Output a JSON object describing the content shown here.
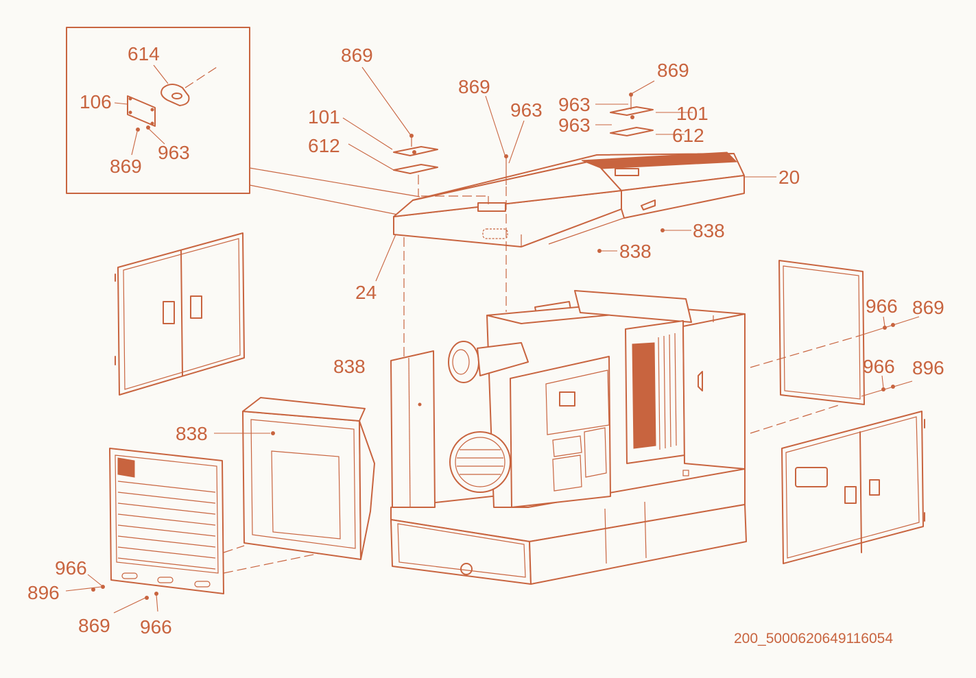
{
  "accent_color": "#c8643f",
  "background_color": "#fbfaf6",
  "drawing_code": "200_5000620649116054",
  "callouts": {
    "detail_614": "614",
    "detail_106": "106",
    "detail_869": "869",
    "detail_963": "963",
    "top_869_a": "869",
    "top_101_a": "101",
    "top_612_a": "612",
    "top_869_b": "869",
    "top_963_b": "963",
    "top_869_c": "869",
    "top_963_c1": "963",
    "top_101_c": "101",
    "top_963_c2": "963",
    "top_612_c": "612",
    "roof_20": "20",
    "roof_838_a": "838",
    "roof_838_b": "838",
    "roof_24": "24",
    "right_966_a": "966",
    "right_869": "869",
    "right_966_b": "966",
    "right_896": "896",
    "frame_838": "838",
    "duct_838": "838",
    "grill_966_a": "966",
    "grill_896": "896",
    "grill_869": "869",
    "grill_966_b": "966"
  }
}
